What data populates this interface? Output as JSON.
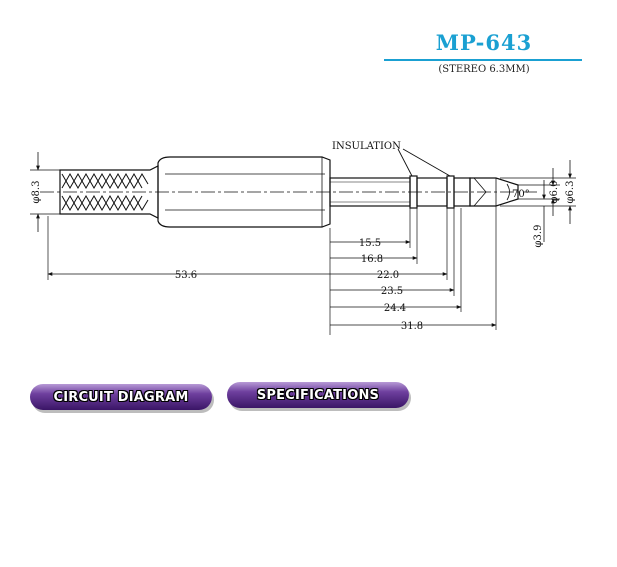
{
  "header": {
    "model": "MP-643",
    "subtitle": "(STEREO 6.3MM)"
  },
  "buttons": {
    "circuit_diagram": "CIRCUIT DIAGRAM",
    "specifications": "SPECIFICATIONS"
  },
  "drawing": {
    "insulation_label": "INSULATION",
    "angle_label": "70°",
    "diameters": {
      "handle": "φ8.3",
      "tip": "φ6.0",
      "outer": "φ6.3",
      "inner": "φ3.9"
    },
    "dimensions": {
      "d15_5": "15.5",
      "d16_8": "16.8",
      "d22_0": "22.0",
      "d23_5": "23.5",
      "d24_4": "24.4",
      "d31_8": "31.8",
      "d53_6": "53.6"
    }
  },
  "colors": {
    "title": "#1aa0d2",
    "button": "#5a2c8a"
  }
}
